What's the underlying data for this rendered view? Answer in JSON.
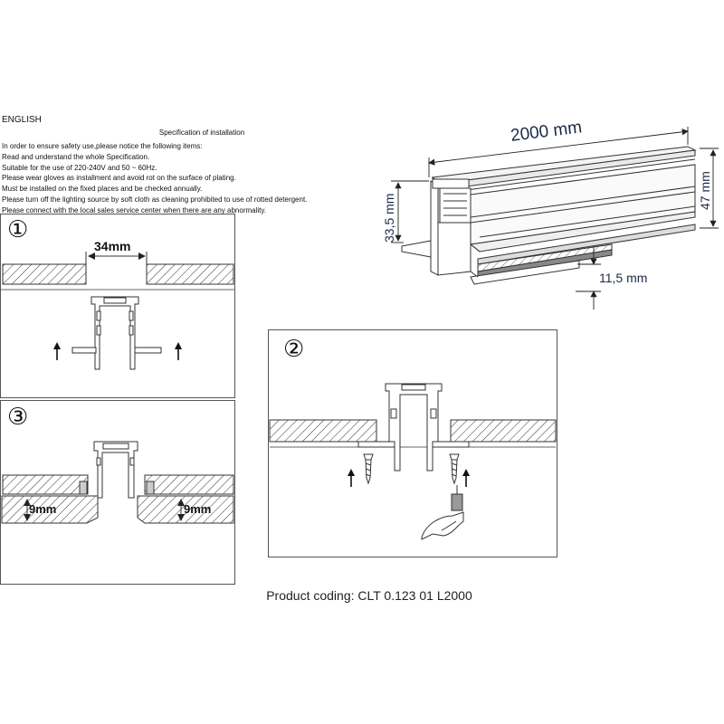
{
  "header": {
    "language": "ENGLISH",
    "spec_title": "Specification of installation"
  },
  "instructions": [
    "In order to ensure safety use,please notice the following items:",
    "Read and understand the whole Specification.",
    "Suitable for the use of 220-240V and 50 ~ 60Hz.",
    "Please wear gloves as installment and avoid rot on the surface of plating.",
    "Must be installed on the fixed places and be checked annually.",
    "Please turn off the lighting source by soft cloth as cleaning prohibited to use of rotted detergent.",
    "Please connect with the local sales service center when there are any abnormality."
  ],
  "steps": {
    "step1": {
      "number": "①",
      "cut_width": "34mm"
    },
    "step2": {
      "number": "②"
    },
    "step3": {
      "number": "③",
      "depth_left": "9mm",
      "depth_right": "9mm"
    }
  },
  "profile": {
    "length": "2000 mm",
    "height_total": "47 mm",
    "height_body": "33,5 mm",
    "flange": "11,5 mm"
  },
  "footer": {
    "product_coding": "Product coding: CLT 0.123 01 L2000"
  }
}
